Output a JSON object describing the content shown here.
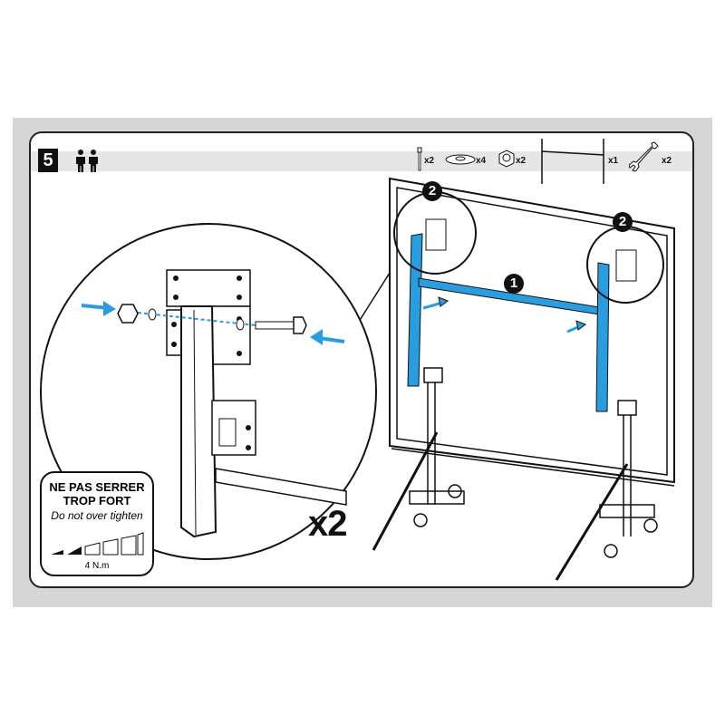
{
  "step": {
    "number": "5",
    "people_icon": "two-people-icon"
  },
  "parts": [
    {
      "icon": "bolt-icon",
      "qty": "x2"
    },
    {
      "icon": "washer-icon",
      "qty": "x4"
    },
    {
      "icon": "nut-icon",
      "qty": "x2"
    },
    {
      "icon": "leg-frame-icon",
      "qty": "x1"
    },
    {
      "icon": "wrench-icon",
      "qty": "x2"
    }
  ],
  "callouts": {
    "part_one": "1",
    "part_two": "2"
  },
  "warning": {
    "title_line1": "NE PAS SERRER",
    "title_line2": "TROP FORT",
    "subtitle": "Do not over tighten",
    "torque": "4 N.m",
    "torque_level_filled": 2,
    "torque_level_total": 6
  },
  "repeat": "x2",
  "colors": {
    "accent": "#2a9de0",
    "line": "#111111",
    "background": "#d6d6d6"
  }
}
